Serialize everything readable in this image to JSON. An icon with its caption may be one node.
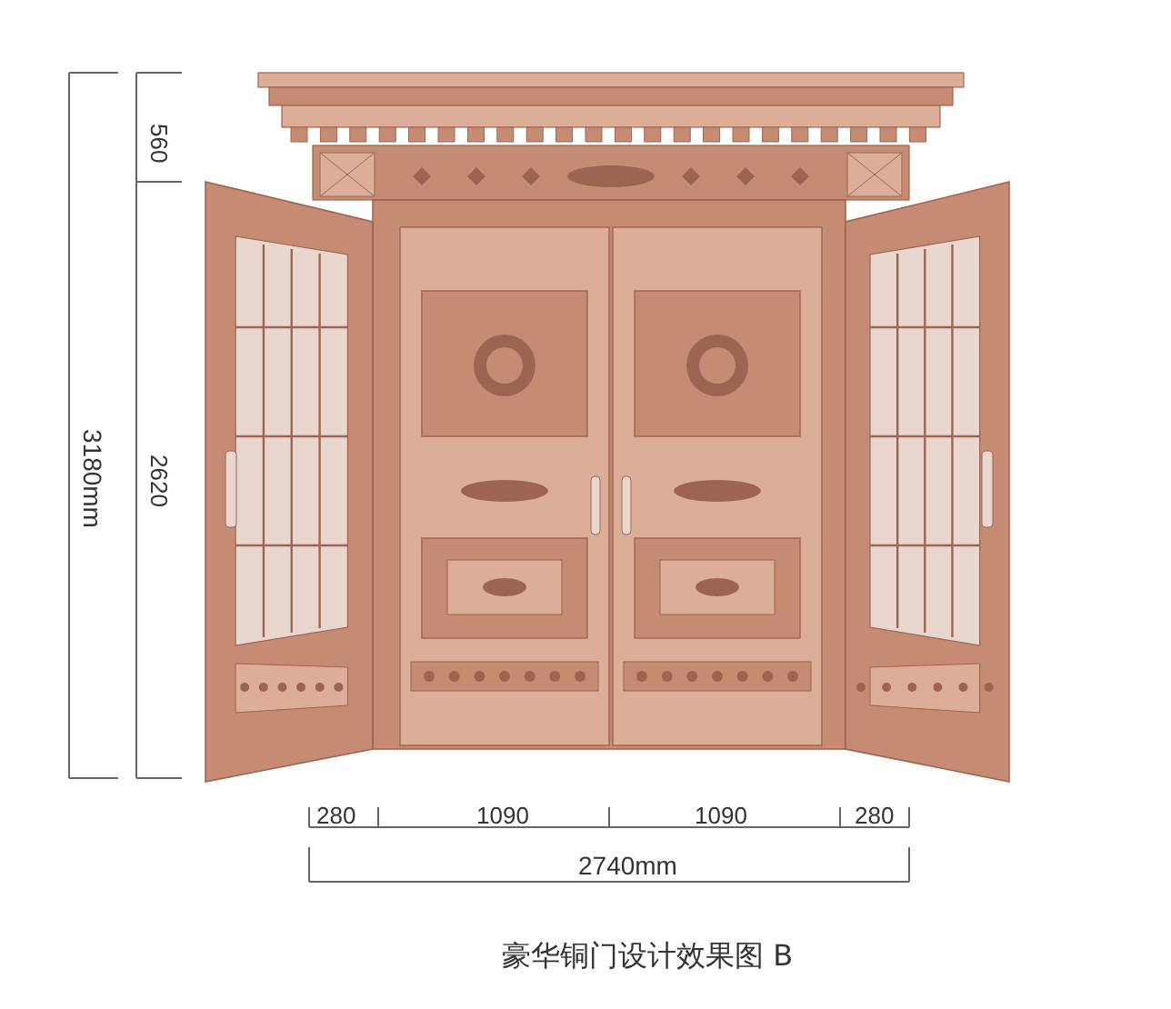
{
  "diagram": {
    "caption": "豪华铜门设计效果图 B",
    "labels": [
      "3180mm",
      "560",
      "2620",
      "280",
      "1090",
      "1090",
      "280",
      "2740mm"
    ]
  }
}
